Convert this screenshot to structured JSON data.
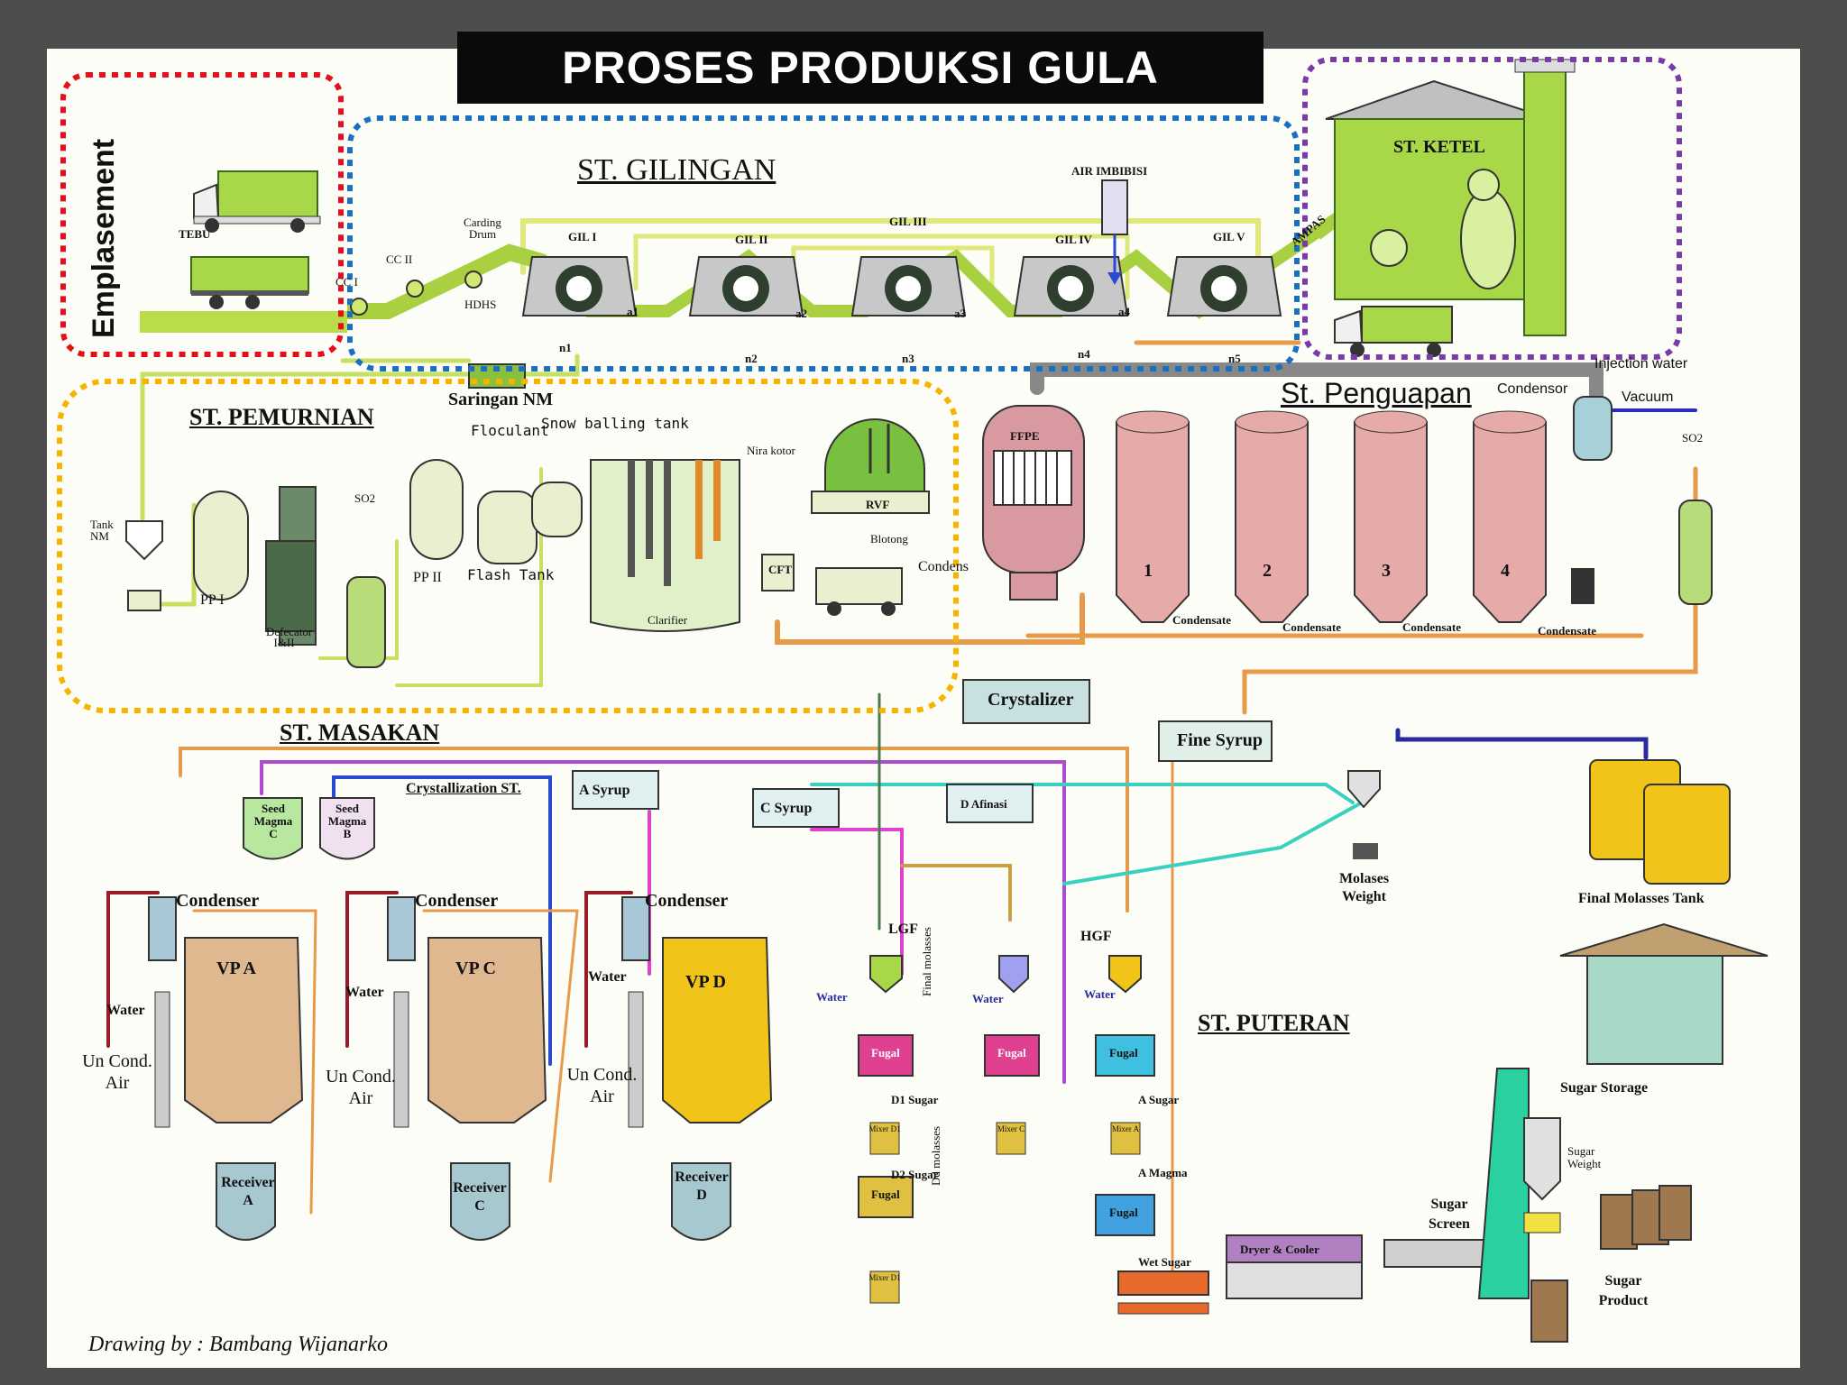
{
  "title": "PROSES PRODUKSI GULA",
  "emplasement": {
    "label": "Emplasement",
    "tebu": "TEBU"
  },
  "gilingan": {
    "title": "ST. GILINGAN",
    "air_imbibisi": "AIR IMBIBISI",
    "cane_cutters": [
      "CC I",
      "CC II"
    ],
    "carding_drum": "Carding Drum",
    "hdhs": "HDHS",
    "mills": [
      "GIL I",
      "GIL II",
      "GIL III",
      "GIL IV",
      "GIL V"
    ],
    "juice": [
      "n1",
      "n2",
      "n3",
      "n4",
      "n5"
    ],
    "bagasse": [
      "a1",
      "a2",
      "a3",
      "a4"
    ],
    "ampas": "AMPAS"
  },
  "ketel": {
    "title": "ST. KETEL"
  },
  "pemurnian": {
    "title": "ST. PEMURNIAN",
    "saringan": "Saringan NM",
    "flocculant": "Floculant",
    "snow_balling": "Snow balling tank",
    "defecator_label": "Defecator I&II",
    "tank": "Tank NM",
    "pp1": "PP I",
    "pp2": "PP II",
    "flash_tank": "Flash Tank",
    "so2": "SO2",
    "clarifier": "Clarifier",
    "nira_kotor": "Nira kotor",
    "rvf": "RVF",
    "blotong": "Blotong",
    "condens": "Condens",
    "ctt": "CFT"
  },
  "penguapan": {
    "title": "St. Penguapan",
    "ffpe": "FFPE",
    "evaporators": [
      "1",
      "2",
      "3",
      "4"
    ],
    "condensor": "Condensor",
    "injection_water": "Injection water",
    "vacuum": "Vacuum",
    "so2": "SO2",
    "condensate": "Condensate"
  },
  "masakan": {
    "title": "ST. MASAKAN",
    "crystalizer": "Crystalizer",
    "crystallization_st": "Crystallization ST.",
    "fine_syrup": "Fine Syrup",
    "seed_magma_c": "Seed Magma C",
    "seed_magma_b": "Seed Magma B",
    "a_syrup": "A Syrup",
    "c_syrup": "C Syrup",
    "d_afinasi": "D Afinasi",
    "condenser": "Condenser",
    "water": "Water",
    "uncond_air": "Un Cond. Air",
    "pans": [
      "VP  A",
      "VP  C",
      "VP  D"
    ],
    "receivers": [
      "Receiver A",
      "Receiver C",
      "Receiver D"
    ]
  },
  "puteran": {
    "title": "ST. PUTERAN",
    "lgf": "LGF",
    "hgf": "HGF",
    "final_molasses": "Final molasses",
    "dd_molasses": "Dd molasses",
    "water": "Water",
    "d1_sugar": "D1 Sugar",
    "d2_sugar": "D2 Sugar",
    "a_sugar": "A Sugar",
    "a_magma": "A Magma",
    "wet_sugar": "Wet Sugar",
    "mixers": [
      "Mixer D1",
      "Mixer C",
      "Mixer A",
      "Mixer D1"
    ],
    "fugal": "Fugal",
    "molasses_weight": "Molases Weight",
    "final_molasses_tank": "Final Molasses Tank",
    "sugar_storage": "Sugar Storage",
    "sugar_weight": "Sugar Weight",
    "sugar_screen": "Sugar Screen",
    "dryer": "Dryer & Cooler",
    "sugar_product": "Sugar Product"
  },
  "credit": "Drawing by : Bambang Wijanarko",
  "colors": {
    "background": "#4d4d4d",
    "title_bar": "#0a0a0a",
    "emplasement_box": "#e3101c",
    "gilingan_box": "#1a6fc0",
    "ketel_box": "#7a3aa8",
    "pemurnian_box": "#f5b400",
    "flow_green": "#b8dc4a",
    "flow_orange": "#e69a4a",
    "evaporator_pink": "#e6aaa8",
    "molasses_gold": "#f0c419"
  }
}
